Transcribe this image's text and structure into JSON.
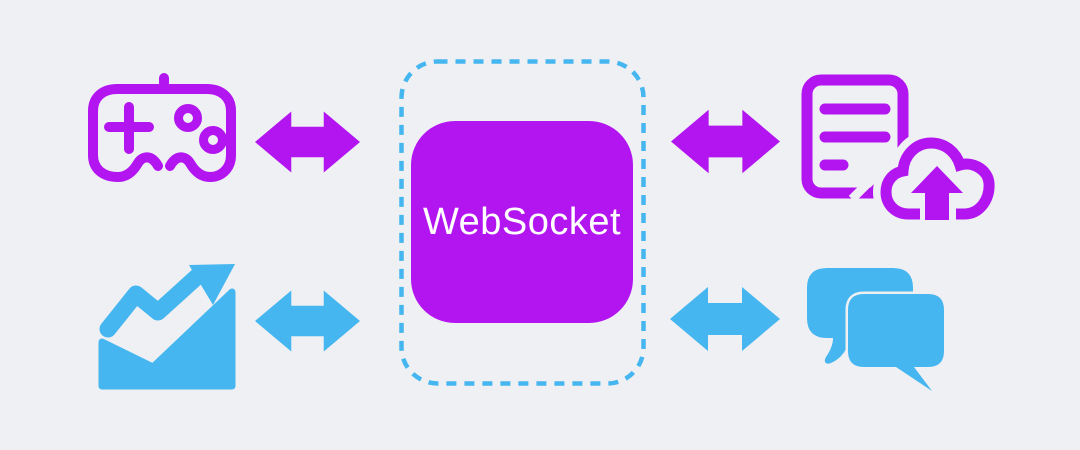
{
  "diagram": {
    "background_color": "#EFF0F3",
    "center": {
      "label": "WebSocket",
      "box_color": "#B315F1",
      "label_color": "#FFFFFF",
      "dashed_border_color": "#45B6F0"
    },
    "palette": {
      "purple": "#B315F1",
      "blue": "#45B6F0"
    },
    "nodes": [
      {
        "id": "game-controller",
        "icon": "game-controller-icon",
        "color": "#B315F1",
        "position": "top-left"
      },
      {
        "id": "document-cloud-upload",
        "icon": "document-cloud-upload-icon",
        "color": "#B315F1",
        "position": "top-right"
      },
      {
        "id": "trending-chart",
        "icon": "trending-chart-icon",
        "color": "#45B6F0",
        "position": "bottom-left"
      },
      {
        "id": "chat-messages",
        "icon": "chat-bubbles-icon",
        "color": "#45B6F0",
        "position": "bottom-right"
      }
    ],
    "connections": [
      {
        "from": "game-controller",
        "to": "websocket",
        "style": "double-headed-arrow",
        "color": "#B315F1"
      },
      {
        "from": "document-cloud-upload",
        "to": "websocket",
        "style": "double-headed-arrow",
        "color": "#B315F1"
      },
      {
        "from": "trending-chart",
        "to": "websocket",
        "style": "double-headed-arrow",
        "color": "#45B6F0"
      },
      {
        "from": "chat-messages",
        "to": "websocket",
        "style": "double-headed-arrow",
        "color": "#45B6F0"
      }
    ]
  }
}
